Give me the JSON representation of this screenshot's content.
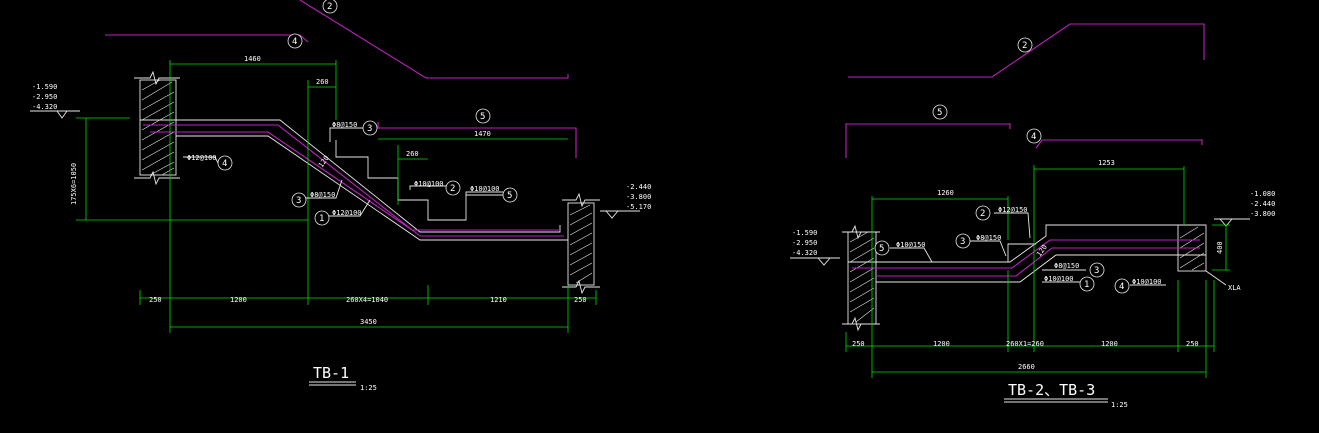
{
  "left": {
    "title": "TB-1",
    "scale": "1:25",
    "elevations_left": [
      "-1.590",
      "-2.950",
      "-4.320"
    ],
    "elevations_right": [
      "-2.440",
      "-3.800",
      "-5.170"
    ],
    "dim_top_1460": "1460",
    "dim_top_260": "260",
    "dim_1470": "1470",
    "dim_260b": "260",
    "dim_vertical": "175X6=1050",
    "dim_thickness": "120",
    "bottom_dims": [
      "250",
      "1200",
      "260X4=1040",
      "1210",
      "250"
    ],
    "overall": "3450",
    "rebar": {
      "r3": "Φ8@150",
      "r4": "Φ12@100",
      "r2": "Φ10@100",
      "r5": "Φ10@100",
      "r3b": "Φ8@150",
      "r1": "Φ12@100"
    },
    "callouts": [
      "2",
      "4",
      "5",
      "3",
      "4",
      "2",
      "5",
      "3",
      "1"
    ]
  },
  "right": {
    "title": "TB-2、TB-3",
    "scale": "1:25",
    "elevations_left": [
      "-1.590",
      "-2.950",
      "-4.320"
    ],
    "elevations_right": [
      "-1.080",
      "-2.440",
      "-3.800"
    ],
    "dim_1253": "1253",
    "dim_1260": "1260",
    "dim_400": "400",
    "dim_thickness": "120",
    "bottom_dims": [
      "250",
      "1200",
      "260X1=260",
      "1200",
      "250"
    ],
    "overall": "2660",
    "beam_tag": "XLA",
    "rebar": {
      "r2": "Φ12@150",
      "r5": "Φ10@150",
      "r3": "Φ8@150",
      "r3b": "Φ8@150",
      "r1": "Φ10@100",
      "r4": "Φ10@100"
    },
    "callouts": [
      "2",
      "5",
      "4",
      "2",
      "5",
      "3",
      "3",
      "1",
      "4"
    ]
  },
  "colors": {
    "background": "#000000",
    "dimension": "#00e000",
    "rebar": "#c020c0",
    "outline": "#e8e8e8"
  }
}
